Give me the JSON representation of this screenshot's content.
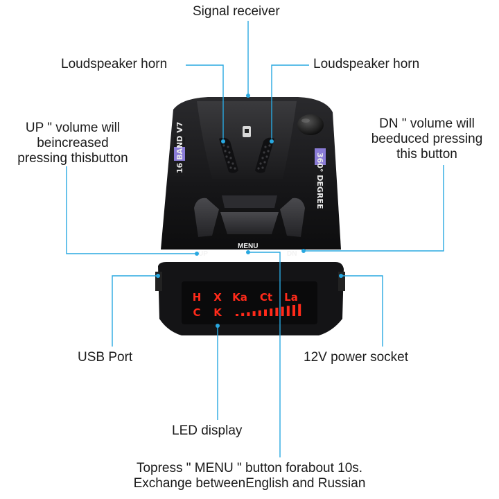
{
  "callouts": {
    "signal_receiver": "Signal receiver",
    "speaker_left": "Loudspeaker horn",
    "speaker_right": "Loudspeaker horn",
    "up_button_lines": [
      "UP \" volume will",
      "beincreased",
      "pressing thisbutton"
    ],
    "dn_button_lines": [
      "DN \" volume will",
      "beeduced pressing",
      "this button"
    ],
    "usb_port": "USB Port",
    "power_socket": "12V power socket",
    "led_display": "LED display",
    "menu_lines": [
      "Topress \" MENU \" button forabout 10s.",
      "Exchange betweenEnglish and Russian"
    ]
  },
  "device": {
    "button_up": "UP",
    "button_menu": "MENU",
    "button_dn": "DN",
    "left_side_text": "16 BAND V7",
    "right_side_text": "360° DEGREE",
    "led_top_row": [
      "H",
      "X",
      "Ka",
      "Ct",
      "La"
    ],
    "led_bottom_row": [
      "C",
      "K"
    ],
    "led_meter_bars": 12
  },
  "colors": {
    "callout_line": "#29a8e0",
    "led": "#ff2a1a",
    "body": "#1c1c1e",
    "side_badge": "#8a7bd6"
  }
}
